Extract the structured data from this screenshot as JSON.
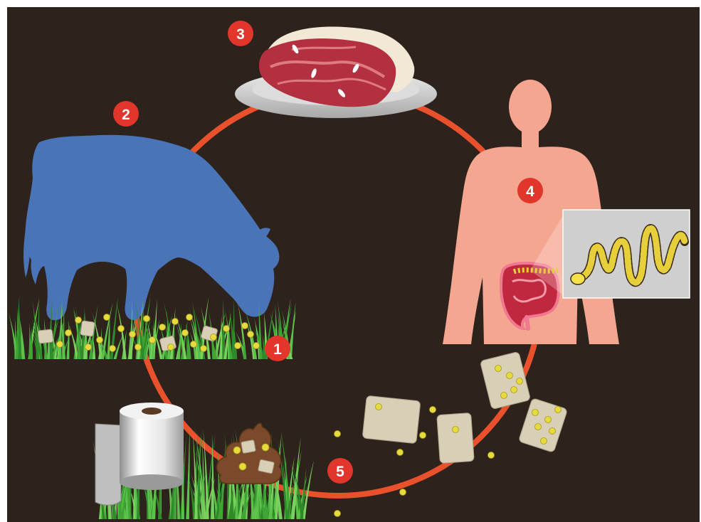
{
  "diagram": {
    "colors": {
      "background": "#2d231c",
      "cycle_ring": "#e8512c",
      "badge": "#e2352b",
      "badge_text": "#ffffff",
      "cow": "#4a74b8",
      "human": "#f4a690",
      "grass": "#3fa535",
      "egg": "#e6da3c",
      "proglottid": "#d9cfb6",
      "meat": "#b2303f",
      "fat": "#f3e7d6",
      "plate": "#cccccc",
      "feces": "#7a4a2a",
      "tapeworm": "#e6cf3a",
      "inset_panel": "#cfcfcf"
    },
    "steps": [
      {
        "label": "1",
        "subject": "cow-grazing-on-contaminated-grass"
      },
      {
        "label": "2",
        "subject": "cow"
      },
      {
        "label": "3",
        "subject": "raw-beef-on-plate"
      },
      {
        "label": "4",
        "subject": "human-host-intestine"
      },
      {
        "label": "5",
        "subject": "eggs-and-proglottids-in-feces"
      }
    ],
    "icons": [
      "cow-icon",
      "meat-icon",
      "plate-icon",
      "human-icon",
      "tapeworm-icon",
      "intestine-icon",
      "toilet-paper-icon",
      "feces-icon",
      "proglottid-icon",
      "egg-icon",
      "grass-icon"
    ]
  }
}
